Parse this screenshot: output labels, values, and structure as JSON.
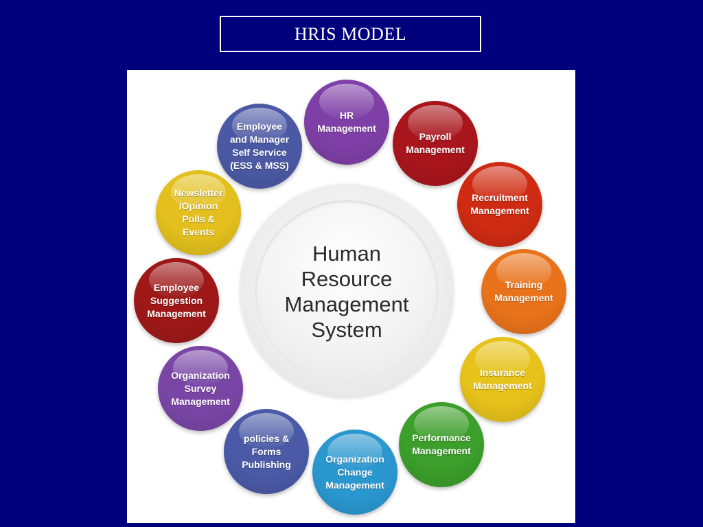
{
  "title": "HRIS MODEL",
  "center": [
    "Human",
    "Resource",
    "Management",
    "System"
  ],
  "modules": [
    {
      "id": "hr-management",
      "label": "HR\nManagement",
      "color": "#7e3fa6"
    },
    {
      "id": "payroll-management",
      "label": "Payroll\nManagement",
      "color": "#a8161c"
    },
    {
      "id": "recruitment-management",
      "label": "Recruitment\nManagement",
      "color": "#cf2b12"
    },
    {
      "id": "training-management",
      "label": "Training\nManagement",
      "color": "#e8731b"
    },
    {
      "id": "insurance-management",
      "label": "Insurance\nManagement",
      "color": "#e6c21a"
    },
    {
      "id": "performance-management",
      "label": "Performance\nManagement",
      "color": "#3c9e2b"
    },
    {
      "id": "organization-change-management",
      "label": "Organization\nChange\nManagement",
      "color": "#2a97cf"
    },
    {
      "id": "policies-forms-publishing",
      "label": "policies &\nForms\nPublishing",
      "color": "#4a5aa6"
    },
    {
      "id": "organization-survey-management",
      "label": "Organization\nSurvey\nManagement",
      "color": "#7a46a6"
    },
    {
      "id": "employee-suggestion-management",
      "label": "Employee\nSuggestion\nManagement",
      "color": "#9e1818"
    },
    {
      "id": "newsletter-opinion-polls-events",
      "label": "Newsletter\n/Opinion\nPolls &\nEvents",
      "color": "#e3c01d"
    },
    {
      "id": "employee-manager-self-service",
      "label": "Employee\nand Manager\nSelf Service\n(ESS & MSS)",
      "color": "#4b59a5"
    }
  ]
}
